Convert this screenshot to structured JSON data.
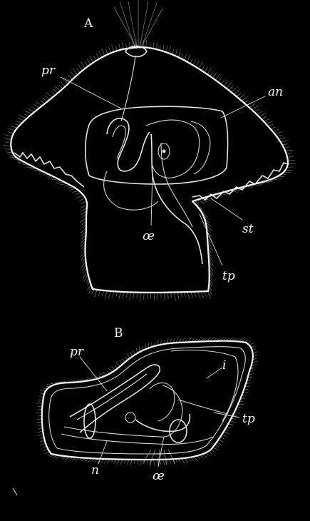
{
  "figure": {
    "panels": [
      {
        "id": "A",
        "label": "A",
        "parts": [
          {
            "key": "pr",
            "text": "pr"
          },
          {
            "key": "an",
            "text": "an"
          },
          {
            "key": "st",
            "text": "st"
          },
          {
            "key": "oe",
            "text": "œ"
          },
          {
            "key": "tp",
            "text": "tp"
          }
        ]
      },
      {
        "id": "B",
        "label": "B",
        "parts": [
          {
            "key": "pr",
            "text": "pr"
          },
          {
            "key": "i",
            "text": "i"
          },
          {
            "key": "tp",
            "text": "tp"
          },
          {
            "key": "n",
            "text": "n"
          },
          {
            "key": "oe",
            "text": "œ"
          }
        ]
      }
    ]
  }
}
